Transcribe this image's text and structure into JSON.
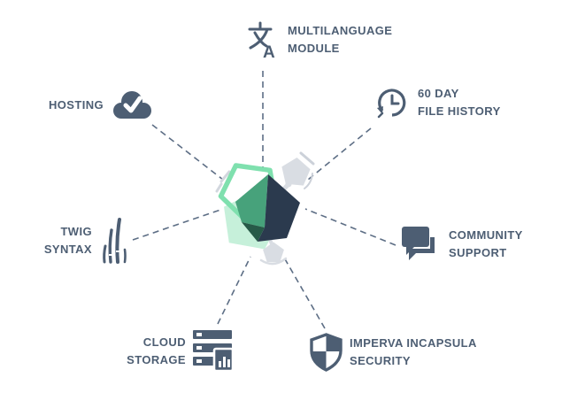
{
  "colors": {
    "background": "#ffffff",
    "text": "#4d5e73",
    "icon": "#4d5e73",
    "dashed_line": "#5d6e85",
    "logo_navy": "#2b3a4e",
    "logo_green": "#47a27b",
    "logo_dark_green": "#275a48",
    "logo_mint_outline": "#7fe0ae",
    "logo_mint_light": "#c6f0da",
    "logo_gray": "#d9dde3"
  },
  "diagram": {
    "center": {
      "name": "gem-molecule-logo"
    },
    "features": [
      {
        "id": "multilanguage-module",
        "icon": "translate-icon",
        "label_lines": [
          "MULTILANGUAGE",
          "MODULE"
        ]
      },
      {
        "id": "sixty-day-file-history",
        "icon": "history-icon",
        "label_lines": [
          "60 DAY",
          "FILE HISTORY"
        ]
      },
      {
        "id": "community-support",
        "icon": "chat-bubbles-icon",
        "label_lines": [
          "COMMUNITY",
          "SUPPORT"
        ]
      },
      {
        "id": "imperva-incapsula-security",
        "icon": "shield-icon",
        "label_lines": [
          "IMPERVA INCAPSULA",
          "SECURITY"
        ]
      },
      {
        "id": "cloud-storage",
        "icon": "server-stack-icon",
        "label_lines": [
          "CLOUD",
          "STORAGE"
        ]
      },
      {
        "id": "twig-syntax",
        "icon": "grass-icon",
        "label_lines": [
          "TWIG",
          "SYNTAX"
        ]
      },
      {
        "id": "hosting",
        "icon": "cloud-check-icon",
        "label_lines": [
          "HOSTING"
        ]
      }
    ]
  }
}
